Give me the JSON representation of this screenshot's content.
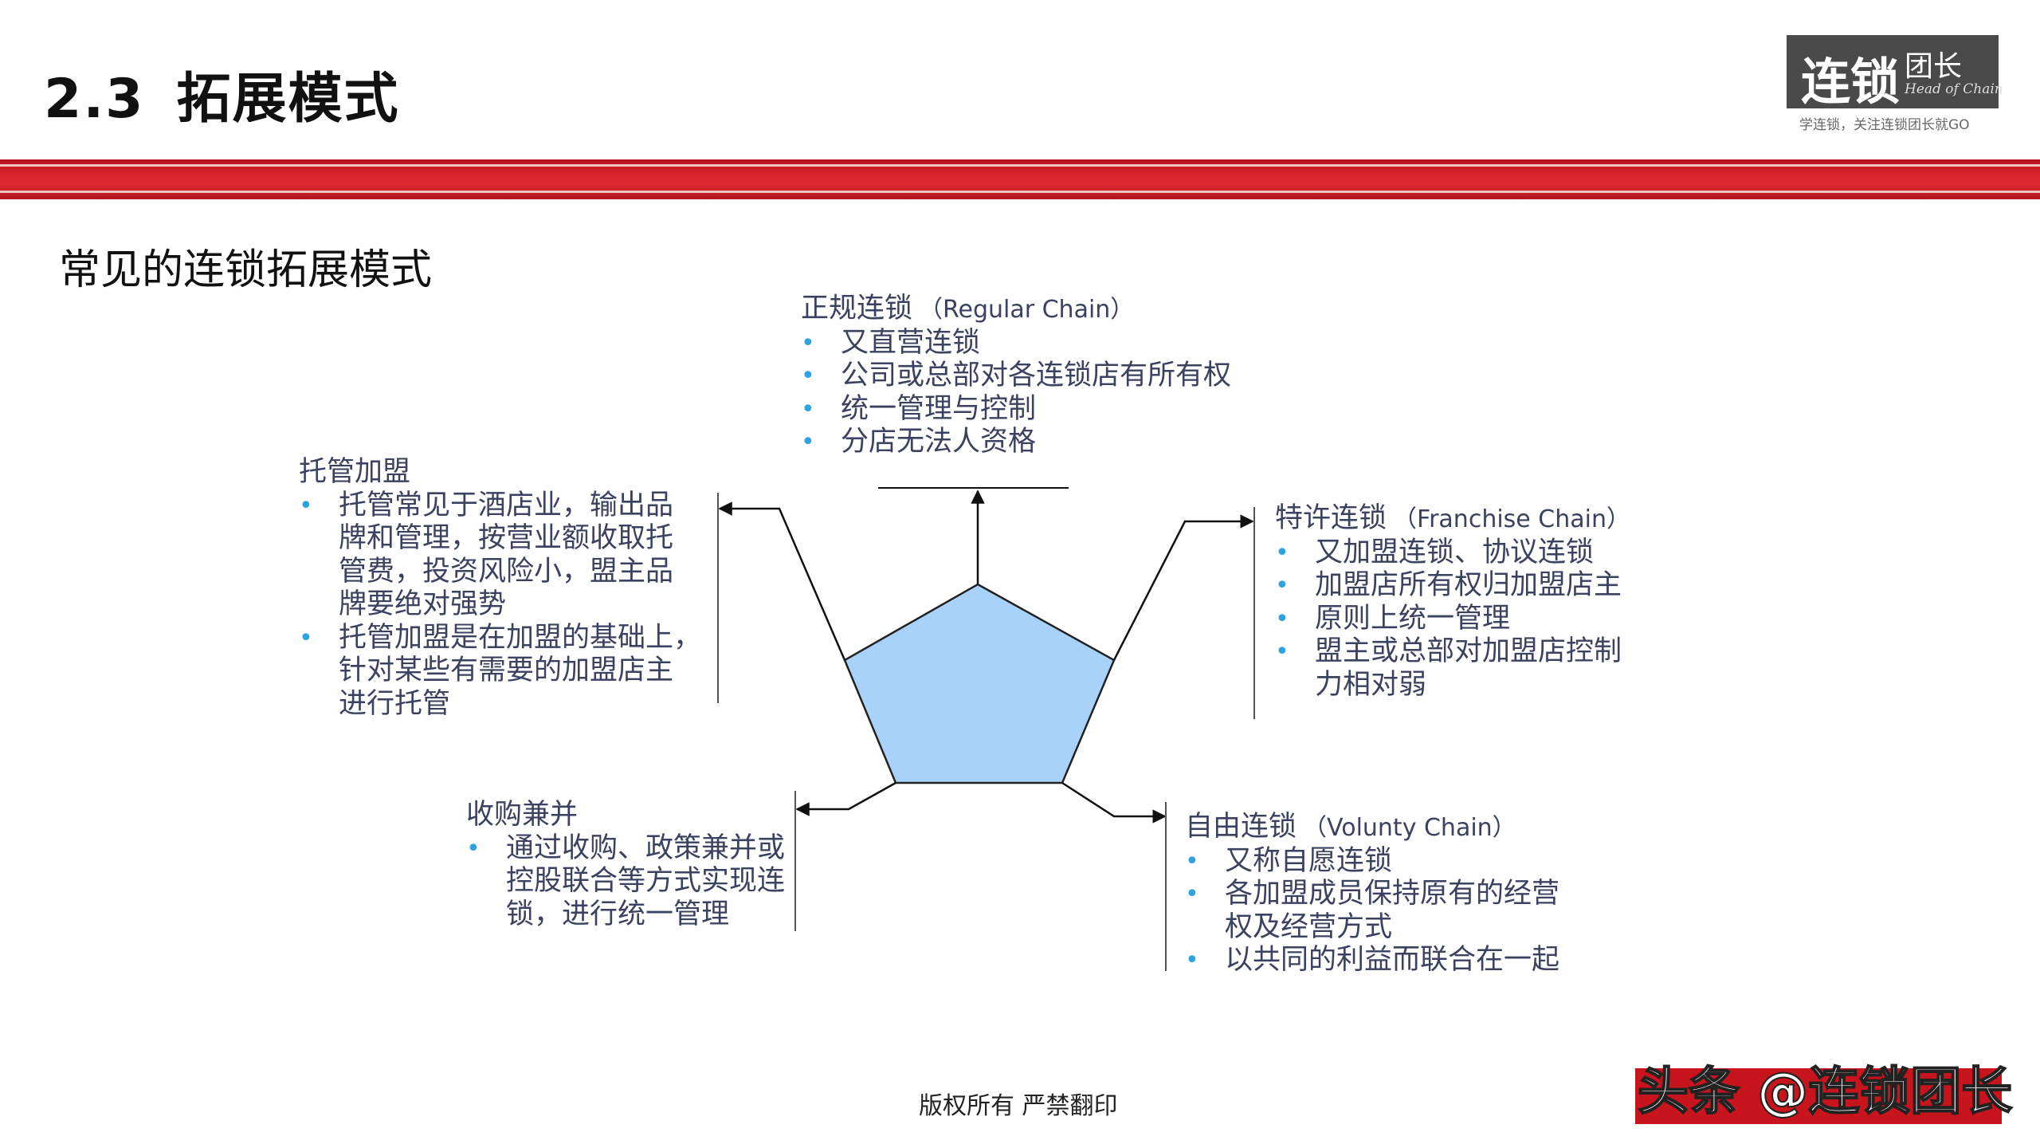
{
  "header": {
    "section_number": "2.3",
    "title": "拓展模式",
    "logo": {
      "main": "连锁",
      "side": "团长",
      "english": "Head of Chain"
    },
    "tagline": "学连锁，关注连锁团长就GO"
  },
  "heading": "常见的连锁拓展模式",
  "colors": {
    "band_red": "#d9222a",
    "pentagon_fill": "#a9d2fb",
    "bullet": "#2ea3e0",
    "text": "#3b4260"
  },
  "modes": {
    "regular": {
      "title_cn": "正规连锁",
      "title_en": "（Regular Chain）",
      "items": [
        "又直营连锁",
        "公司或总部对各连锁店有所有权",
        "统一管理与控制",
        "分店无法人资格"
      ]
    },
    "managed": {
      "title_cn": "托管加盟",
      "title_en": "",
      "items": [
        [
          "托管常见于酒店业，输出品",
          "牌和管理，按营业额收取托",
          "管费，投资风险小，盟主品",
          "牌要绝对强势"
        ],
        [
          "托管加盟是在加盟的基础上，",
          "针对某些有需要的加盟店主",
          "进行托管"
        ]
      ]
    },
    "franchise": {
      "title_cn": "特许连锁",
      "title_en": "（Franchise Chain）",
      "items": [
        [
          "又加盟连锁、协议连锁"
        ],
        [
          "加盟店所有权归加盟店主"
        ],
        [
          "原则上统一管理"
        ],
        [
          "盟主或总部对加盟店控制",
          "力相对弱"
        ]
      ]
    },
    "acquisition": {
      "title_cn": "收购兼并",
      "title_en": "",
      "items": [
        [
          "通过收购、政策兼并或",
          "控股联合等方式实现连",
          "锁，进行统一管理"
        ]
      ]
    },
    "voluntary": {
      "title_cn": "自由连锁",
      "title_en": "（Volunty Chain）",
      "items": [
        [
          "又称自愿连锁"
        ],
        [
          "各加盟成员保持原有的经营",
          "权及经营方式"
        ],
        [
          "以共同的利益而联合在一起"
        ]
      ]
    }
  },
  "footer": "版权所有  严禁翻印",
  "watermark": "头条 @连锁团长"
}
